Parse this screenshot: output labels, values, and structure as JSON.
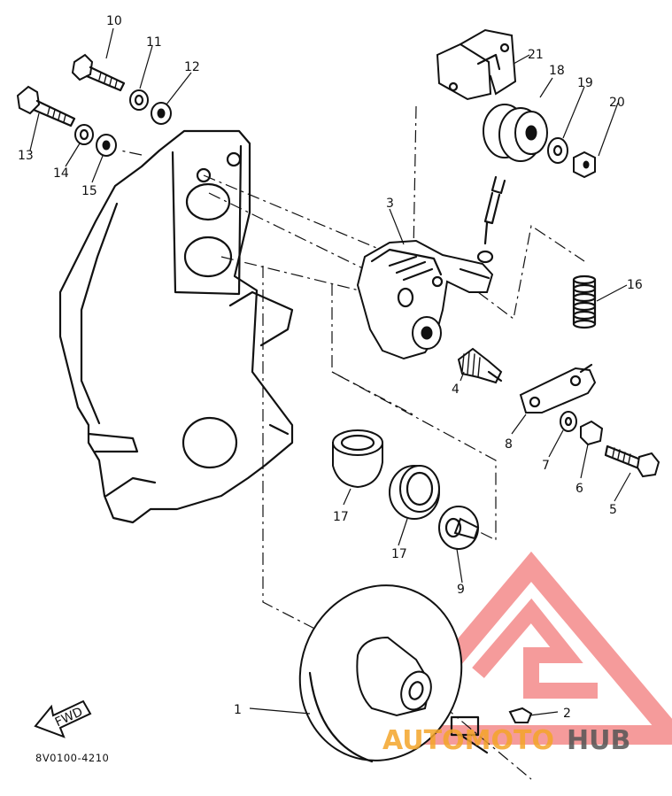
{
  "diagram_code": "8V0100-4210",
  "fwd_label": "FWD",
  "watermark": {
    "word_left": "AUTOMOTO",
    "word_right": "HUB",
    "color_accent": "#f4a52a",
    "color_dark": "#555555",
    "color_logo": "#f27a7a"
  },
  "callouts": {
    "p1": "1",
    "p2": "2",
    "p3": "3",
    "p4": "4",
    "p5": "5",
    "p6": "6",
    "p7": "7",
    "p8": "8",
    "p9": "9",
    "p10": "10",
    "p11": "11",
    "p12": "12",
    "p13": "13",
    "p14": "14",
    "p15": "15",
    "p16": "16",
    "p17a": "17",
    "p17b": "17",
    "p18": "18",
    "p19": "19",
    "p20": "20",
    "p21": "21"
  }
}
